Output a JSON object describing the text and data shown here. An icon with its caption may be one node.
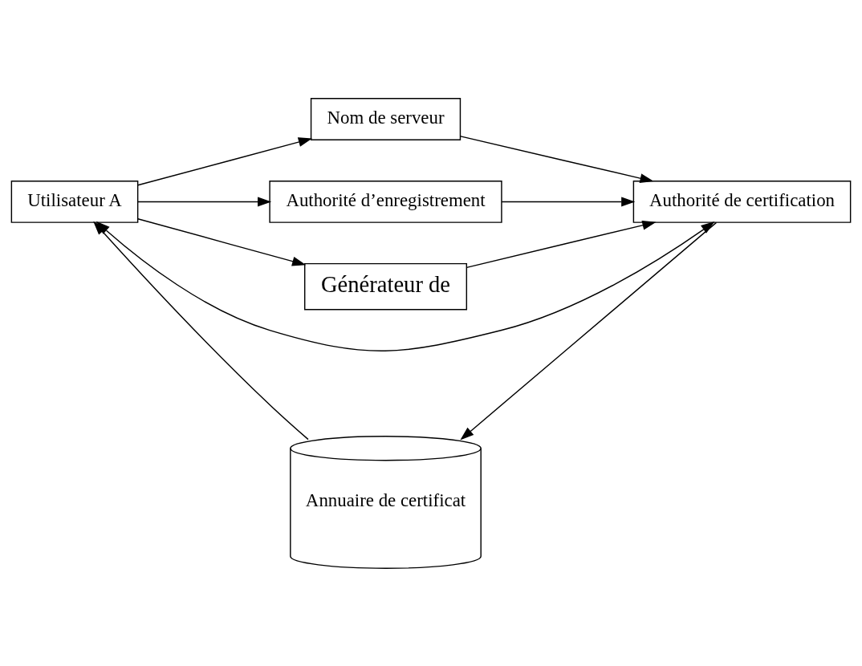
{
  "diagram": {
    "nodes": [
      {
        "text": [
          "Nom de serveur"
        ]
      },
      {
        "text": [
          "Authorité d’enregistrement"
        ]
      },
      {
        "text": [
          "Générateur de"
        ]
      },
      {
        "text": [
          "Utilisateur A"
        ]
      },
      {
        "text": [
          "Authorité de certification"
        ]
      },
      {
        "text": [
          "Annuaire de certificat"
        ]
      }
    ],
    "edges": [
      {
        "from": 3,
        "to": 0,
        "arrow": "to"
      },
      {
        "from": 3,
        "to": 1,
        "arrow": "to"
      },
      {
        "from": 3,
        "to": 2,
        "arrow": "to"
      },
      {
        "from": 0,
        "to": 4,
        "arrow": "to"
      },
      {
        "from": 1,
        "to": 4,
        "arrow": "to"
      },
      {
        "from": 2,
        "to": 4,
        "arrow": "to"
      },
      {
        "from": 3,
        "to": 4,
        "arrow": "both"
      },
      {
        "from": 4,
        "to": 5,
        "arrow": "to"
      },
      {
        "from": 5,
        "to": 3,
        "arrow": "to"
      }
    ]
  }
}
